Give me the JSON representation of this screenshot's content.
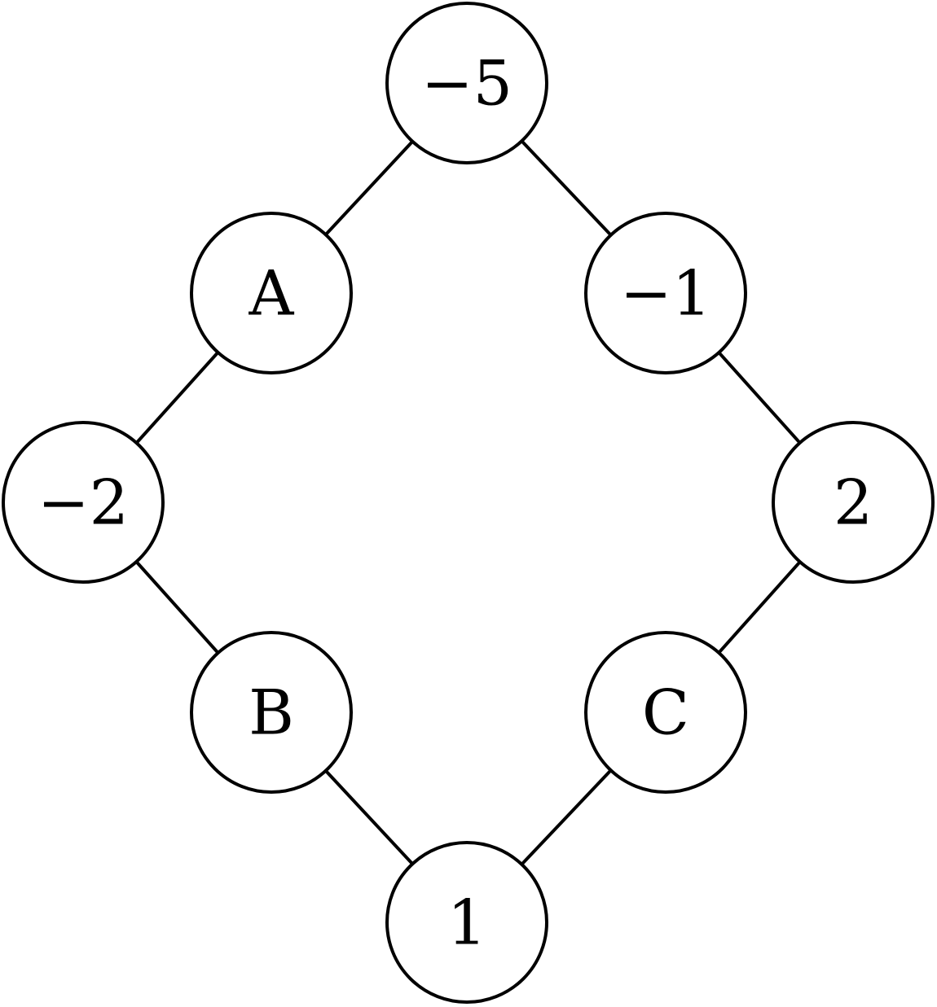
{
  "diagram": {
    "nodes": [
      {
        "id": "top",
        "label": "−5"
      },
      {
        "id": "a",
        "label": "A"
      },
      {
        "id": "right-upper",
        "label": "−1"
      },
      {
        "id": "left-middle",
        "label": "−2"
      },
      {
        "id": "right-middle",
        "label": "2"
      },
      {
        "id": "b",
        "label": "B"
      },
      {
        "id": "c",
        "label": "C"
      },
      {
        "id": "bottom",
        "label": "1"
      }
    ],
    "edges": [
      [
        "top",
        "a"
      ],
      [
        "top",
        "right-upper"
      ],
      [
        "a",
        "left-middle"
      ],
      [
        "right-upper",
        "right-middle"
      ],
      [
        "left-middle",
        "b"
      ],
      [
        "right-middle",
        "c"
      ],
      [
        "b",
        "bottom"
      ],
      [
        "c",
        "bottom"
      ]
    ]
  }
}
